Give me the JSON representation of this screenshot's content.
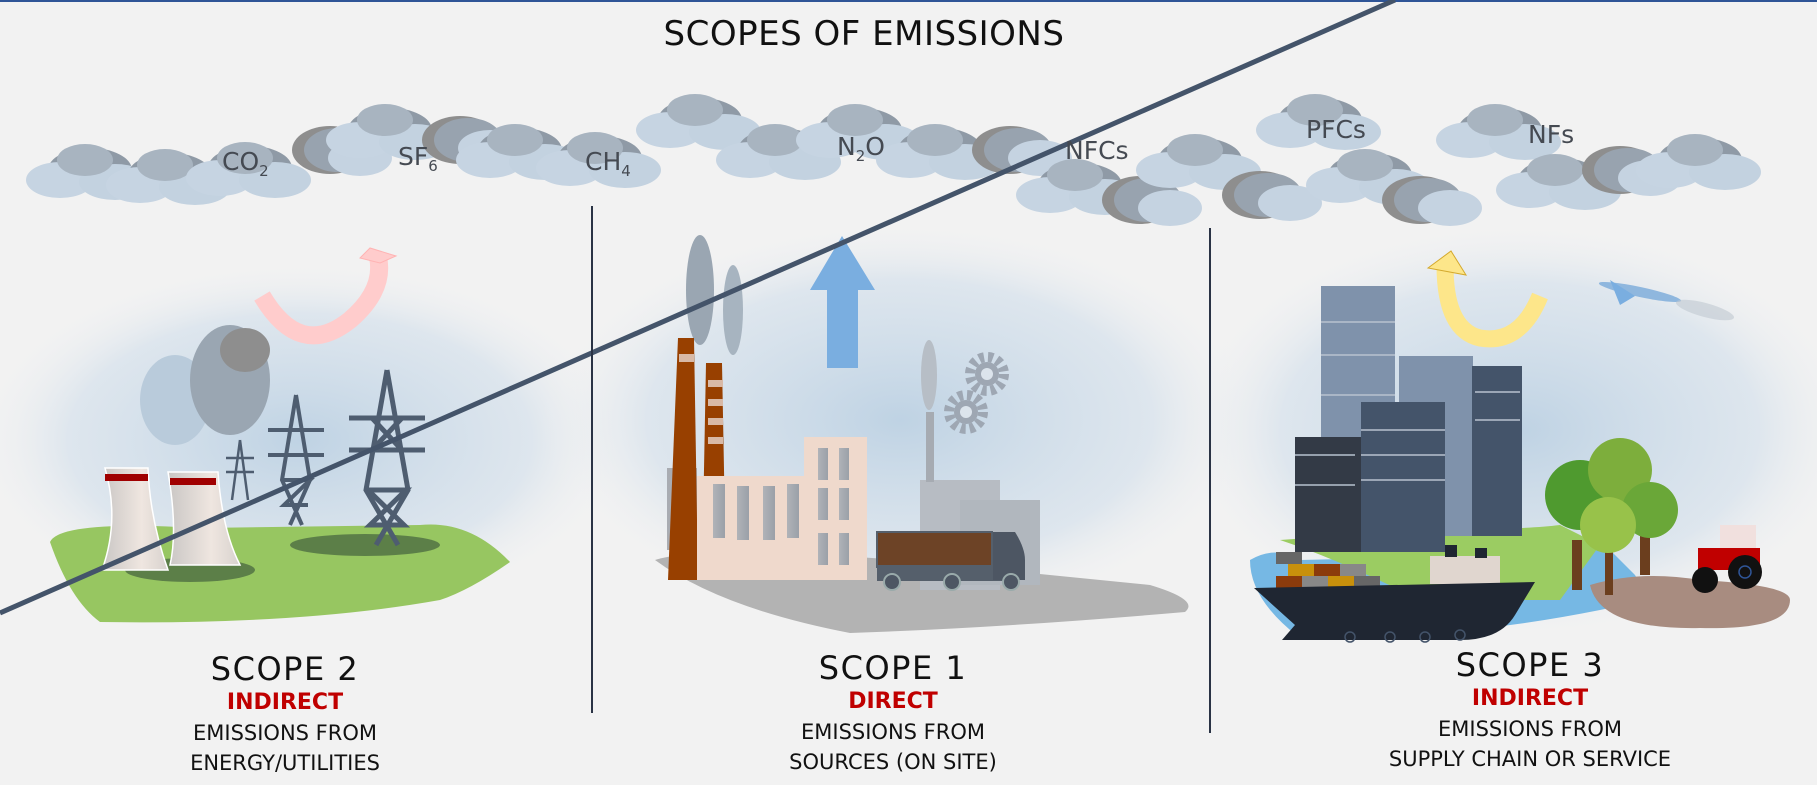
{
  "title": "SCOPES OF EMISSIONS",
  "gases": [
    {
      "base": "CO",
      "sub": "2",
      "post": ""
    },
    {
      "base": "SF",
      "sub": "6",
      "post": ""
    },
    {
      "base": "CH",
      "sub": "4",
      "post": ""
    },
    {
      "base": "N",
      "sub": "2",
      "post": "O"
    },
    {
      "base": "NFCs",
      "sub": "",
      "post": ""
    },
    {
      "base": "PFCs",
      "sub": "",
      "post": ""
    },
    {
      "base": "NFs",
      "sub": "",
      "post": ""
    }
  ],
  "scopes": [
    {
      "name": "SCOPE 2",
      "kind": "INDIRECT",
      "desc_line1": "EMISSIONS FROM",
      "desc_line2": "ENERGY/UTILITIES",
      "illustration": "power-plant-and-pylons",
      "arrow_color": "#ffcccc"
    },
    {
      "name": "SCOPE 1",
      "kind": "DIRECT",
      "desc_line1": "EMISSIONS FROM",
      "desc_line2": "SOURCES (ON SITE)",
      "illustration": "factory-and-truck",
      "arrow_color": "#7aaee0"
    },
    {
      "name": "SCOPE 3",
      "kind": "INDIRECT",
      "desc_line1": "EMISSIONS FROM",
      "desc_line2": "SUPPLY CHAIN OR SERVICE",
      "illustration": "city-ship-trees-tractor-plane",
      "arrow_color": "#fde68a"
    }
  ],
  "colors": {
    "accent_bar": "#2f5597",
    "kind_text": "#c00000",
    "background": "#f2f2f2"
  }
}
